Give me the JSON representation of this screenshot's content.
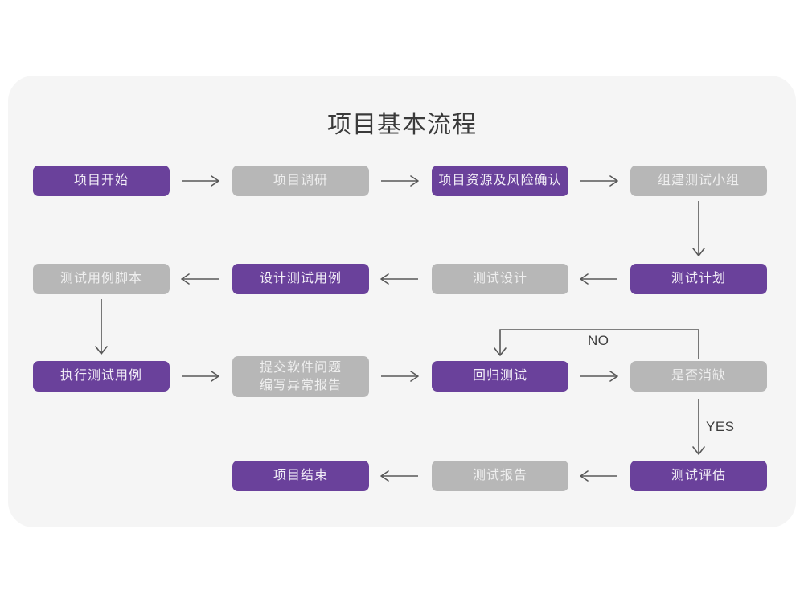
{
  "panel": {
    "background_color": "#f5f5f5",
    "page_background_color": "#ffffff"
  },
  "title": "项目基本流程",
  "colors": {
    "purple": "#6a419b",
    "gray": "#b7b7b7",
    "purple_text": "#f2eef7",
    "gray_text": "#efefef",
    "connector": "#585858",
    "title_text": "#3a3a3a"
  },
  "nodes": [
    {
      "id": "project-start",
      "label": "项目开始",
      "style": "purple",
      "row": 1,
      "col": 1
    },
    {
      "id": "project-research",
      "label": "项目调研",
      "style": "gray",
      "row": 1,
      "col": 2
    },
    {
      "id": "resource-risk",
      "label": "项目资源及风险确认",
      "style": "purple",
      "row": 1,
      "col": 3
    },
    {
      "id": "build-test-team",
      "label": "组建测试小组",
      "style": "gray",
      "row": 1,
      "col": 4
    },
    {
      "id": "test-case-script",
      "label": "测试用例脚本",
      "style": "gray",
      "row": 2,
      "col": 1
    },
    {
      "id": "design-test-case",
      "label": "设计测试用例",
      "style": "purple",
      "row": 2,
      "col": 2
    },
    {
      "id": "test-design",
      "label": "测试设计",
      "style": "gray",
      "row": 2,
      "col": 3
    },
    {
      "id": "test-plan",
      "label": "测试计划",
      "style": "purple",
      "row": 2,
      "col": 4
    },
    {
      "id": "execute-test-case",
      "label": "执行测试用例",
      "style": "purple",
      "row": 3,
      "col": 1
    },
    {
      "id": "submit-defect",
      "label": "提交软件问题\n编写异常报告",
      "style": "gray",
      "row": 3,
      "col": 2
    },
    {
      "id": "regression-test",
      "label": "回归测试",
      "style": "purple",
      "row": 3,
      "col": 3
    },
    {
      "id": "defect-cleared",
      "label": "是否消缺",
      "style": "gray",
      "row": 3,
      "col": 4
    },
    {
      "id": "project-end",
      "label": "项目结束",
      "style": "purple",
      "row": 4,
      "col": 2
    },
    {
      "id": "test-report",
      "label": "测试报告",
      "style": "gray",
      "row": 4,
      "col": 3
    },
    {
      "id": "test-evaluation",
      "label": "测试评估",
      "style": "purple",
      "row": 4,
      "col": 4
    }
  ],
  "edge_labels": {
    "no": "NO",
    "yes": "YES"
  },
  "edges": [
    {
      "from": "project-start",
      "to": "project-research",
      "direction": "right"
    },
    {
      "from": "project-research",
      "to": "resource-risk",
      "direction": "right"
    },
    {
      "from": "resource-risk",
      "to": "build-test-team",
      "direction": "right"
    },
    {
      "from": "build-test-team",
      "to": "test-plan",
      "direction": "down"
    },
    {
      "from": "test-plan",
      "to": "test-design",
      "direction": "left"
    },
    {
      "from": "test-design",
      "to": "design-test-case",
      "direction": "left"
    },
    {
      "from": "design-test-case",
      "to": "test-case-script",
      "direction": "left"
    },
    {
      "from": "test-case-script",
      "to": "execute-test-case",
      "direction": "down"
    },
    {
      "from": "execute-test-case",
      "to": "submit-defect",
      "direction": "right"
    },
    {
      "from": "submit-defect",
      "to": "regression-test",
      "direction": "right"
    },
    {
      "from": "regression-test",
      "to": "defect-cleared",
      "direction": "right"
    },
    {
      "from": "defect-cleared",
      "to": "regression-test",
      "direction": "loop-up",
      "label": "NO"
    },
    {
      "from": "defect-cleared",
      "to": "test-evaluation",
      "direction": "down",
      "label": "YES"
    },
    {
      "from": "test-evaluation",
      "to": "test-report",
      "direction": "left"
    },
    {
      "from": "test-report",
      "to": "project-end",
      "direction": "left"
    }
  ]
}
